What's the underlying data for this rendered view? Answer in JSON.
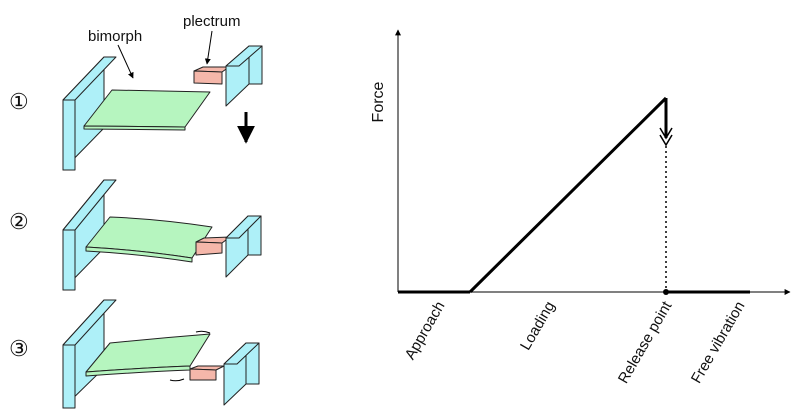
{
  "labels": {
    "bimorph": "bimorph",
    "plectrum": "plectrum",
    "step1": "①",
    "step2": "②",
    "step3": "③",
    "y_axis": "Force"
  },
  "phases": [
    {
      "id": "approach",
      "label": "Approach"
    },
    {
      "id": "loading",
      "label": "Loading"
    },
    {
      "id": "release",
      "label": "Release point"
    },
    {
      "id": "free",
      "label": "Free vibration"
    }
  ],
  "colors": {
    "support": "#aef0f8",
    "bimorph": "#b6f5bf",
    "plectrum": "#f5b7aa",
    "outline": "#222222",
    "curve": "#000000"
  }
}
